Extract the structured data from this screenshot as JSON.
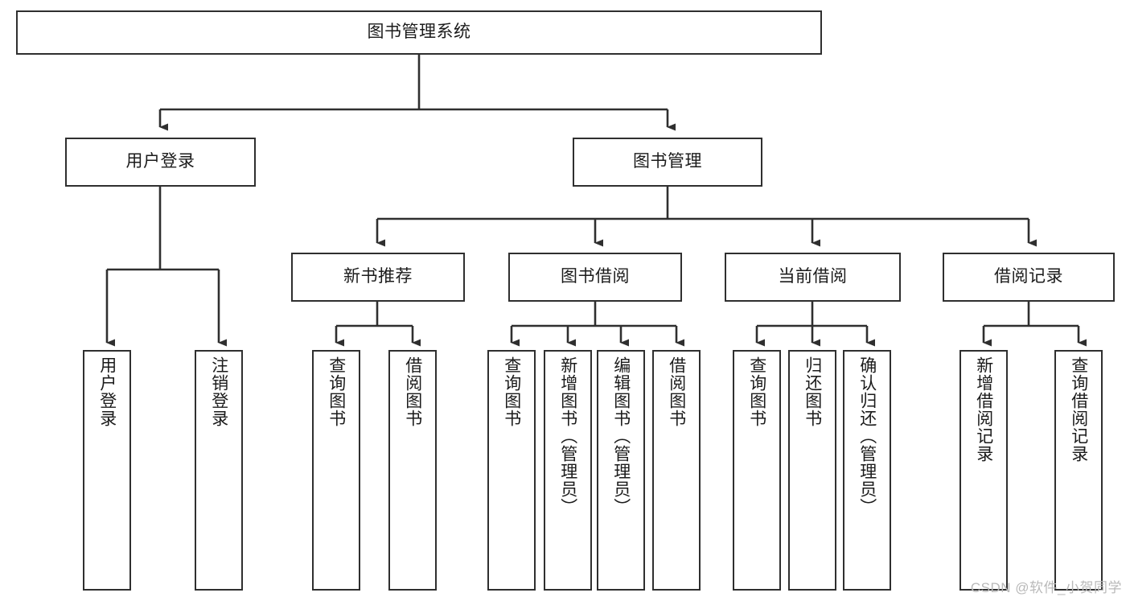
{
  "diagram": {
    "type": "tree",
    "title": "图书管理系统",
    "orientation": "top-down",
    "colors": {
      "box_border": "#2f2f2f",
      "box_fill": "#ffffff",
      "connector": "#2f2f2f",
      "text": "#1b1b1b",
      "watermark": "#b9b9b9"
    },
    "root": {
      "label": "图书管理系统"
    },
    "level2": [
      {
        "label": "用户登录"
      },
      {
        "label": "图书管理"
      }
    ],
    "level3": [
      {
        "label": "新书推荐"
      },
      {
        "label": "图书借阅"
      },
      {
        "label": "当前借阅"
      },
      {
        "label": "借阅记录"
      }
    ],
    "leaves": {
      "user_login": [
        {
          "label": "用户登录"
        },
        {
          "label": "注销登录"
        }
      ],
      "new_book_recommend": [
        {
          "label": "查询图书"
        },
        {
          "label": "借阅图书"
        }
      ],
      "book_borrow": [
        {
          "label": "查询图书"
        },
        {
          "label": "新增图书（管理员）"
        },
        {
          "label": "编辑图书（管理员）"
        },
        {
          "label": "借阅图书"
        }
      ],
      "current_borrow": [
        {
          "label": "查询图书"
        },
        {
          "label": "归还图书"
        },
        {
          "label": "确认归还（管理员）"
        }
      ],
      "borrow_record": [
        {
          "label": "新增借阅记录"
        },
        {
          "label": "查询借阅记录"
        }
      ]
    }
  },
  "watermark": {
    "text": "CSDN @软件_小贺同学"
  }
}
